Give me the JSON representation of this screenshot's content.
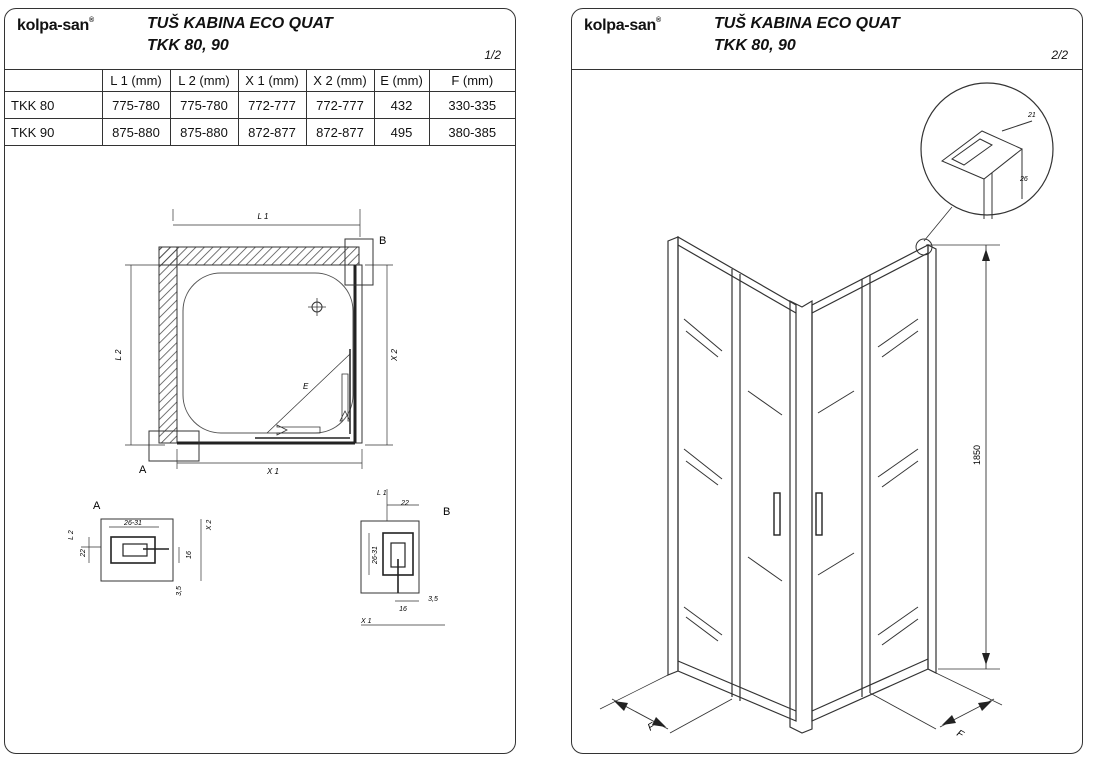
{
  "brand": {
    "logo_text": "kolpa-san",
    "registered": "®"
  },
  "page1": {
    "title": "TUŠ KABINA ECO QUAT",
    "subtitle": "TKK 80, 90",
    "page_number": "1/2",
    "table": {
      "headers": [
        "",
        "L 1  (mm)",
        "L 2  (mm)",
        "X 1  (mm)",
        "X 2  (mm)",
        "E (mm)",
        "F (mm)"
      ],
      "rows": [
        [
          "TKK 80",
          "775-780",
          "775-780",
          "772-777",
          "772-777",
          "432",
          "330-335"
        ],
        [
          "TKK 90",
          "875-880",
          "875-880",
          "872-877",
          "872-877",
          "495",
          "380-385"
        ]
      ]
    },
    "plan_labels": {
      "l1": "L 1",
      "l2": "L 2",
      "x1": "X 1",
      "x2": "X 2",
      "e": "E",
      "detail_a": "A",
      "detail_b": "B"
    },
    "detail_a": {
      "label": "A",
      "dim_26_31": "26-31",
      "dim_22": "22",
      "dim_16": "16",
      "dim_3_5": "3,5",
      "l2": "L 2",
      "x2": "X 2"
    },
    "detail_b": {
      "label": "B",
      "l1": "L 1",
      "dim_22": "22",
      "dim_26_31": "26-31",
      "dim_16": "16",
      "dim_3_5": "3,5",
      "x1": "X 1"
    }
  },
  "page2": {
    "title": "TUŠ KABINA ECO QUAT",
    "subtitle": "TKK 80, 90",
    "page_number": "2/2",
    "height_dim": "1850",
    "f_left": "F",
    "f_right": "F",
    "detail_dim_21": "21",
    "detail_dim_26": "26"
  }
}
